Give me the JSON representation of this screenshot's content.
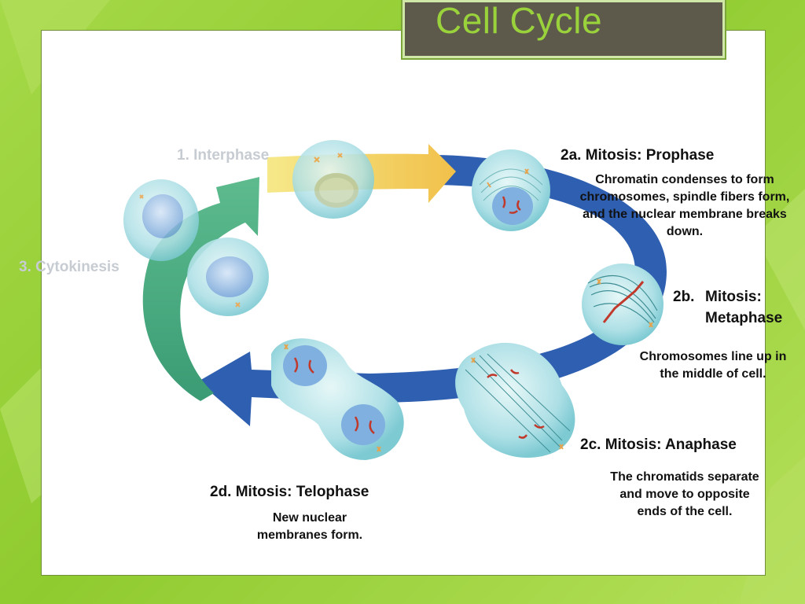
{
  "slide": {
    "title": "Cell Cycle"
  },
  "phases": {
    "interphase": {
      "heading": "1. Interphase"
    },
    "cytokinesis": {
      "heading": "3. Cytokinesis"
    },
    "prophase": {
      "heading": "2a. Mitosis: Prophase",
      "description": "Chromatin condenses to form chromosomes, spindle fibers form, and the nuclear membrane breaks down."
    },
    "metaphase": {
      "heading_num": "2b.",
      "heading_line1": "Mitosis:",
      "heading_line2": "Metaphase",
      "description": "Chromosomes line up in the middle of cell."
    },
    "anaphase": {
      "heading": "2c. Mitosis: Anaphase",
      "description": "The chromatids separate and move to opposite ends of the cell."
    },
    "telophase": {
      "heading": "2d. Mitosis: Telophase",
      "description": "New nuclear membranes form."
    }
  },
  "colors": {
    "background": "#9fd43f",
    "title_text": "#9ad23b",
    "title_box": "#5d5a4c",
    "arrow_yellow": "#f2c94c",
    "arrow_blue": "#2f5fb0",
    "arrow_green": "#3fa57a",
    "cell_fill": "#bfe7ec",
    "nucleus_fill": "#9ec6ea"
  }
}
